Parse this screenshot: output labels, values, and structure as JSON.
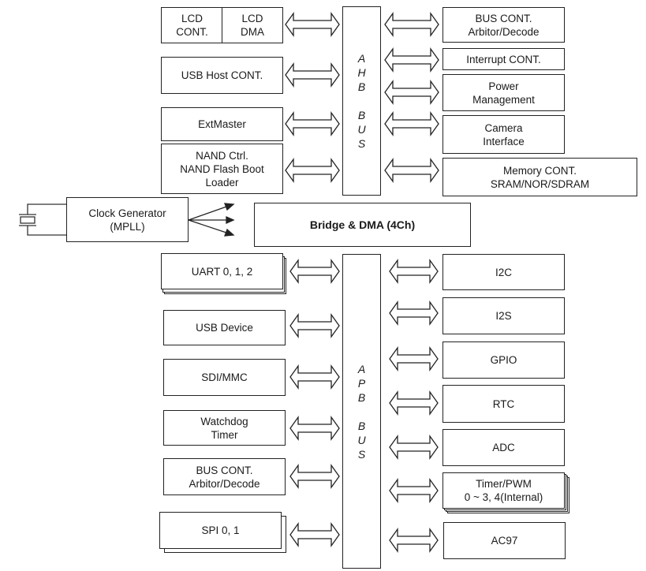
{
  "diagram": {
    "ahb_bus": {
      "letters_top": [
        "A",
        "H",
        "B"
      ],
      "letters_bottom": [
        "B",
        "U",
        "S"
      ]
    },
    "apb_bus": {
      "letters_top": [
        "A",
        "P",
        "B"
      ],
      "letters_bottom": [
        "B",
        "U",
        "S"
      ]
    },
    "bridge": {
      "label": "Bridge & DMA (4Ch)"
    },
    "clock": {
      "line1": "Clock Generator",
      "line2": "(MPLL)"
    },
    "ahb_left": {
      "lcd_cont": [
        "LCD",
        "CONT."
      ],
      "lcd_dma": [
        "LCD",
        "DMA"
      ],
      "usb_host": [
        "USB Host CONT."
      ],
      "ext_master": [
        "ExtMaster"
      ],
      "nand": [
        "NAND Ctrl.",
        "NAND Flash Boot",
        "Loader"
      ]
    },
    "ahb_right": {
      "bus_cont": [
        "BUS CONT.",
        "Arbitor/Decode"
      ],
      "interrupt": [
        "Interrupt CONT."
      ],
      "power": [
        "Power",
        "Management"
      ],
      "camera": [
        "Camera",
        "Interface"
      ],
      "memory": [
        "Memory CONT.",
        "SRAM/NOR/SDRAM"
      ]
    },
    "apb_left": {
      "uart": [
        "UART 0, 1, 2"
      ],
      "usb_device": [
        "USB Device"
      ],
      "sdi": [
        "SDI/MMC"
      ],
      "watchdog": [
        "Watchdog",
        "Timer"
      ],
      "bus_cont": [
        "BUS CONT.",
        "Arbitor/Decode"
      ],
      "spi": [
        "SPI 0, 1"
      ]
    },
    "apb_right": {
      "i2c": [
        "I2C"
      ],
      "i2s": [
        "I2S"
      ],
      "gpio": [
        "GPIO"
      ],
      "rtc": [
        "RTC"
      ],
      "adc": [
        "ADC"
      ],
      "timer": [
        "Timer/PWM",
        "0 ~ 3, 4(Internal)"
      ],
      "ac97": [
        "AC97"
      ]
    }
  }
}
